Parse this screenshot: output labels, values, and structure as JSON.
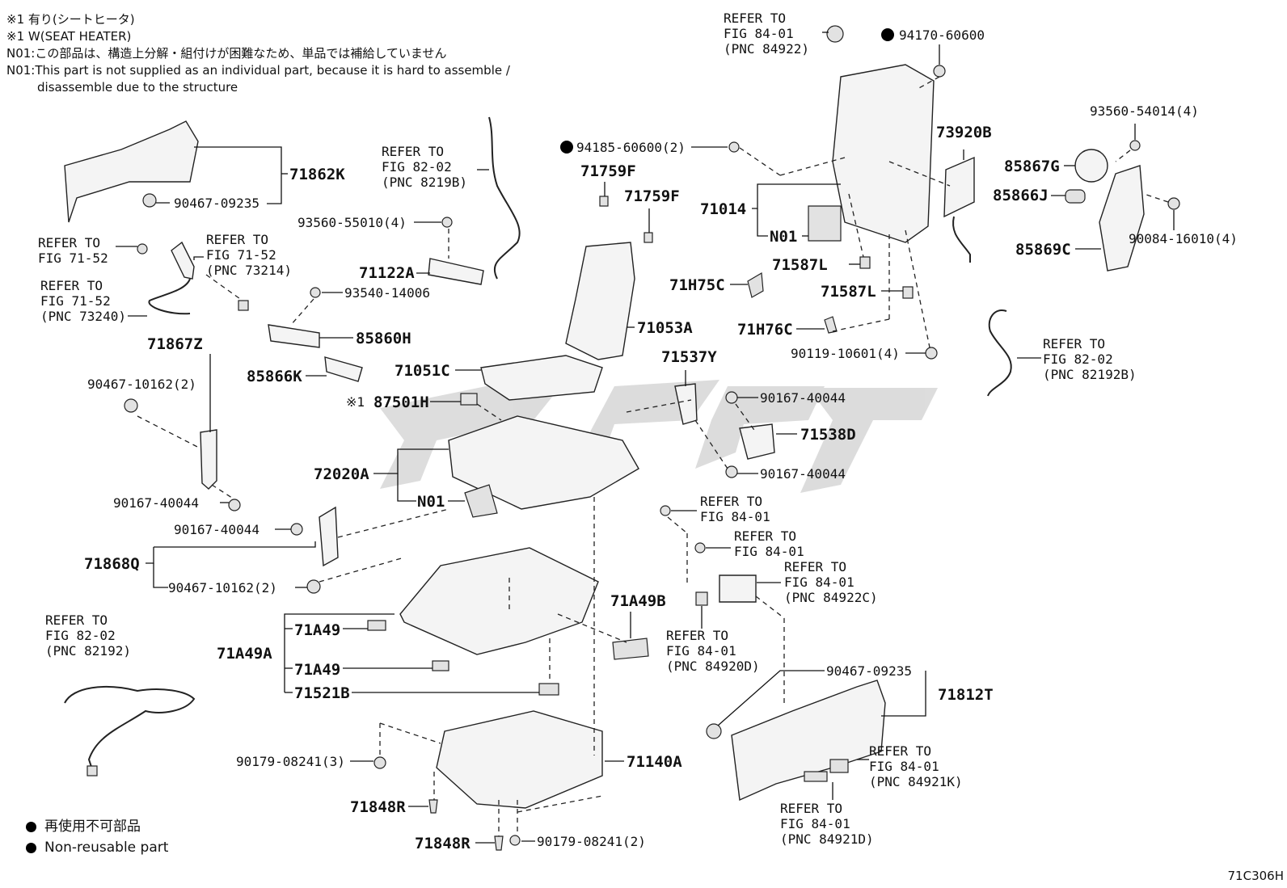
{
  "notes": [
    "※1 有り(シートヒータ)",
    "※1 W(SEAT HEATER)",
    "N01:この部品は、構造上分解・組付けが困難なため、単品では補給していません",
    "N01:This part is not supplied as an individual part, because it is hard to assemble /",
    "disassemble due to the structure"
  ],
  "legend": {
    "jp": "再使用不可部品",
    "en": "Non-reusable part"
  },
  "drawing_code": "71C306H",
  "labels": {
    "l71862K": "71862K",
    "l90467_09235a": "90467-09235",
    "l_ref_71_52a_1": "REFER TO",
    "l_ref_71_52a_2": "FIG 71-52",
    "l_ref_71_52b_1": "REFER TO",
    "l_ref_71_52b_2": "FIG 71-52",
    "l_ref_71_52b_3": "(PNC 73214)",
    "l_ref_71_52c_1": "REFER TO",
    "l_ref_71_52c_2": "FIG 71-52",
    "l_ref_71_52c_3": "(PNC 73240)",
    "l71867Z": "71867Z",
    "l90467_10162a": "90467-10162(2)",
    "l90167_40044a": "90167-40044",
    "l90167_40044b": "90167-40044",
    "l71868Q": "71868Q",
    "l90467_10162b": "90467-10162(2)",
    "l_ref_82_02a_1": "REFER TO",
    "l_ref_82_02a_2": "FIG 82-02",
    "l_ref_82_02a_3": "(PNC 82192)",
    "l_ref_82_02b_1": "REFER TO",
    "l_ref_82_02b_2": "FIG 82-02",
    "l_ref_82_02b_3": "(PNC 8219B)",
    "l93560_55010": "93560-55010(4)",
    "l71122A": "71122A",
    "l93540_14006": "93540-14006",
    "l85860H": "85860H",
    "l85866K": "85866K",
    "l71051C": "71051C",
    "l87501H_mark": "※1",
    "l87501H": "87501H",
    "l72020A": "72020A",
    "lN01a": "N01",
    "l94185": "94185-60600(2)",
    "l71759F_a": "71759F",
    "l71759F_b": "71759F",
    "l71053A": "71053A",
    "l71537Y": "71537Y",
    "l90167_40044c": "90167-40044",
    "l71538D": "71538D",
    "l90167_40044d": "90167-40044",
    "l_ref_84_01_top_1": "REFER TO",
    "l_ref_84_01_top_2": "FIG 84-01",
    "l_ref_84_01_top_3": "(PNC 84922)",
    "l94170": "94170-60600",
    "l71014": "71014",
    "lN01b": "N01",
    "l73920B": "73920B",
    "l71587L_a": "71587L",
    "l71H75C": "71H75C",
    "l71587L_b": "71587L",
    "l71H76C": "71H76C",
    "l90119": "90119-10601(4)",
    "l93560_54014": "93560-54014(4)",
    "l85867G": "85867G",
    "l85866J": "85866J",
    "l85869C": "85869C",
    "l90084": "90084-16010(4)",
    "l_ref_82192B_1": "REFER TO",
    "l_ref_82192B_2": "FIG 82-02",
    "l_ref_82192B_3": "(PNC 82192B)",
    "l_ref_84_01a_1": "REFER TO",
    "l_ref_84_01a_2": "FIG 84-01",
    "l_ref_84_01b_1": "REFER TO",
    "l_ref_84_01b_2": "FIG 84-01",
    "l_ref_84922C_1": "REFER TO",
    "l_ref_84922C_2": "FIG 84-01",
    "l_ref_84922C_3": "(PNC 84922C)",
    "l_ref_84920D_1": "REFER TO",
    "l_ref_84920D_2": "FIG 84-01",
    "l_ref_84920D_3": "(PNC 84920D)",
    "l71A49B": "71A49B",
    "l71A49_a": "71A49",
    "l71A49A": "71A49A",
    "l71A49_b": "71A49",
    "l71521B": "71521B",
    "l90467_09235b": "90467-09235",
    "l71812T": "71812T",
    "l_ref_84921K_1": "REFER TO",
    "l_ref_84921K_2": "FIG 84-01",
    "l_ref_84921K_3": "(PNC 84921K)",
    "l_ref_84921D_1": "REFER TO",
    "l_ref_84921D_2": "FIG 84-01",
    "l_ref_84921D_3": "(PNC 84921D)",
    "l90179_a": "90179-08241(3)",
    "l71140A": "71140A",
    "l71848R_a": "71848R",
    "l71848R_b": "71848R",
    "l90179_b": "90179-08241(2)"
  }
}
